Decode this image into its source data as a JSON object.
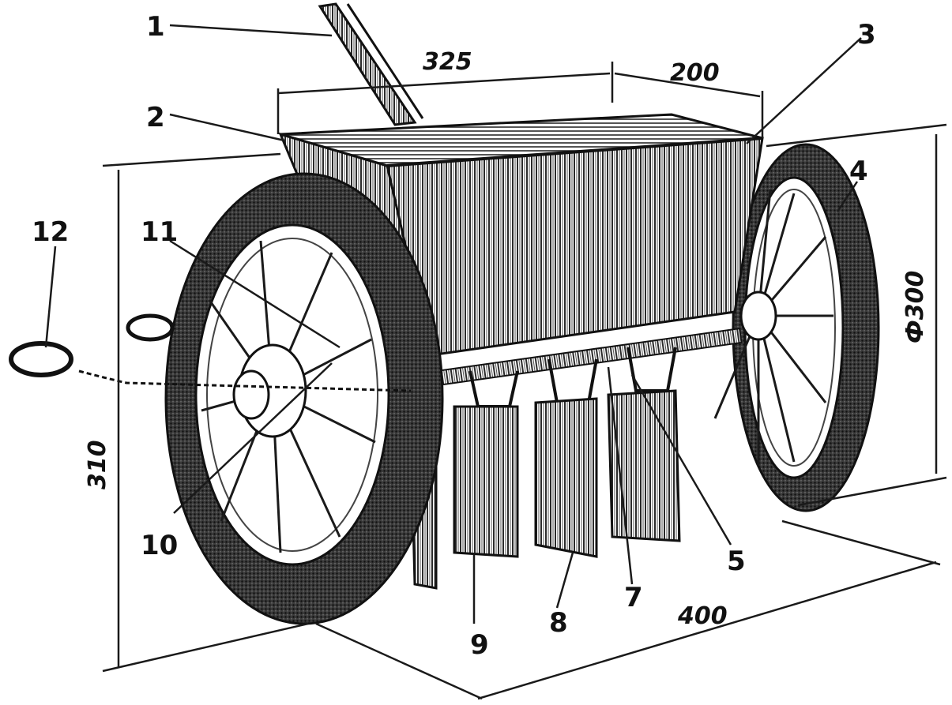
{
  "colors": {
    "ink": "#1a1a1a",
    "paper": "#ffffff",
    "hatch": "#3a3a3a"
  },
  "labels": {
    "l1": "1",
    "l2": "2",
    "l3": "3",
    "l4": "4",
    "l5": "5",
    "l6": "7",
    "l7": "8",
    "l8": "9",
    "l9": "10",
    "l10": "11",
    "l11": "12"
  },
  "dimensions": {
    "length_top": "325",
    "width_top": "200",
    "height_left": "310",
    "wheel_diameter": "Ф300",
    "track_bottom": "400"
  }
}
